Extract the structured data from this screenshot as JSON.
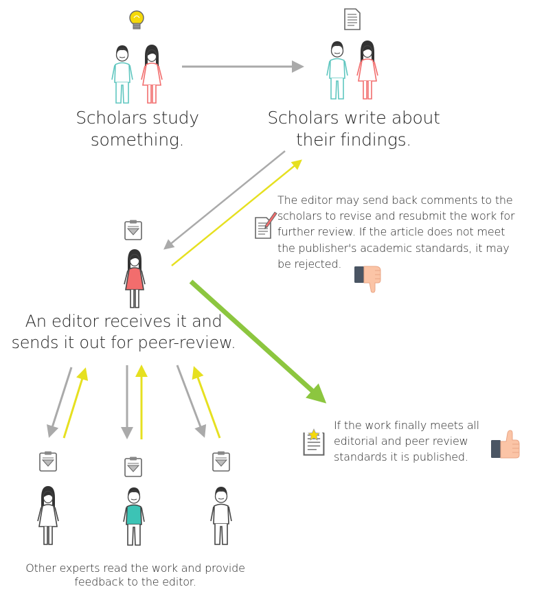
{
  "steps": {
    "study": {
      "lines": [
        "Scholars study",
        "something."
      ]
    },
    "write": {
      "lines": [
        "Scholars write about",
        "their findings."
      ]
    },
    "editor": {
      "lines": [
        "An editor receives it and",
        "sends it out for peer-review."
      ]
    },
    "experts": {
      "lines": [
        "Other experts read the work and provide",
        "feedback to the editor."
      ]
    }
  },
  "notes": {
    "rejected": {
      "lines": [
        "The editor may send back comments to the",
        "scholars to revise and resubmit the work for",
        "further review. If the article does not meet",
        "the publisher's academic standards, it may",
        "be rejected."
      ]
    },
    "published": {
      "lines": [
        "If the work finally meets all",
        "editorial and peer review",
        "standards it is published."
      ]
    }
  },
  "icons": [
    "lightbulb-icon",
    "document-icon",
    "clipboard-icon",
    "pen-document-icon",
    "star-document-icon",
    "thumbs-down-icon",
    "thumbs-up-icon"
  ],
  "colors": {
    "forward_arrow": "#aaaaaa",
    "feedback_arrow": "#e6e020",
    "publish_arrow": "#8cc63f",
    "teal": "#5ec6bf",
    "coral": "#f26d6d",
    "bulb": "#f5d90a"
  }
}
